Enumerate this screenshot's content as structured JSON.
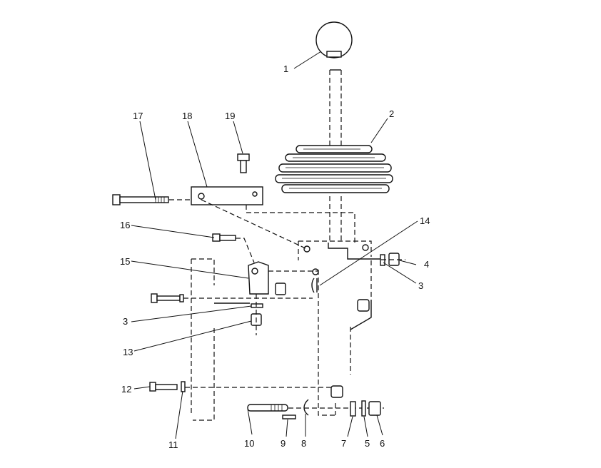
{
  "diagram": {
    "callouts": [
      {
        "id": "c1",
        "label": "1"
      },
      {
        "id": "c2",
        "label": "2"
      },
      {
        "id": "c3a",
        "label": "3"
      },
      {
        "id": "c3b",
        "label": "3"
      },
      {
        "id": "c4",
        "label": "4"
      },
      {
        "id": "c5",
        "label": "5"
      },
      {
        "id": "c6",
        "label": "6"
      },
      {
        "id": "c7",
        "label": "7"
      },
      {
        "id": "c8",
        "label": "8"
      },
      {
        "id": "c9",
        "label": "9"
      },
      {
        "id": "c10",
        "label": "10"
      },
      {
        "id": "c11",
        "label": "11"
      },
      {
        "id": "c12",
        "label": "12"
      },
      {
        "id": "c13",
        "label": "13"
      },
      {
        "id": "c14",
        "label": "14"
      },
      {
        "id": "c15",
        "label": "15"
      },
      {
        "id": "c16",
        "label": "16"
      },
      {
        "id": "c17",
        "label": "17"
      },
      {
        "id": "c18",
        "label": "18"
      },
      {
        "id": "c19",
        "label": "19"
      }
    ]
  }
}
